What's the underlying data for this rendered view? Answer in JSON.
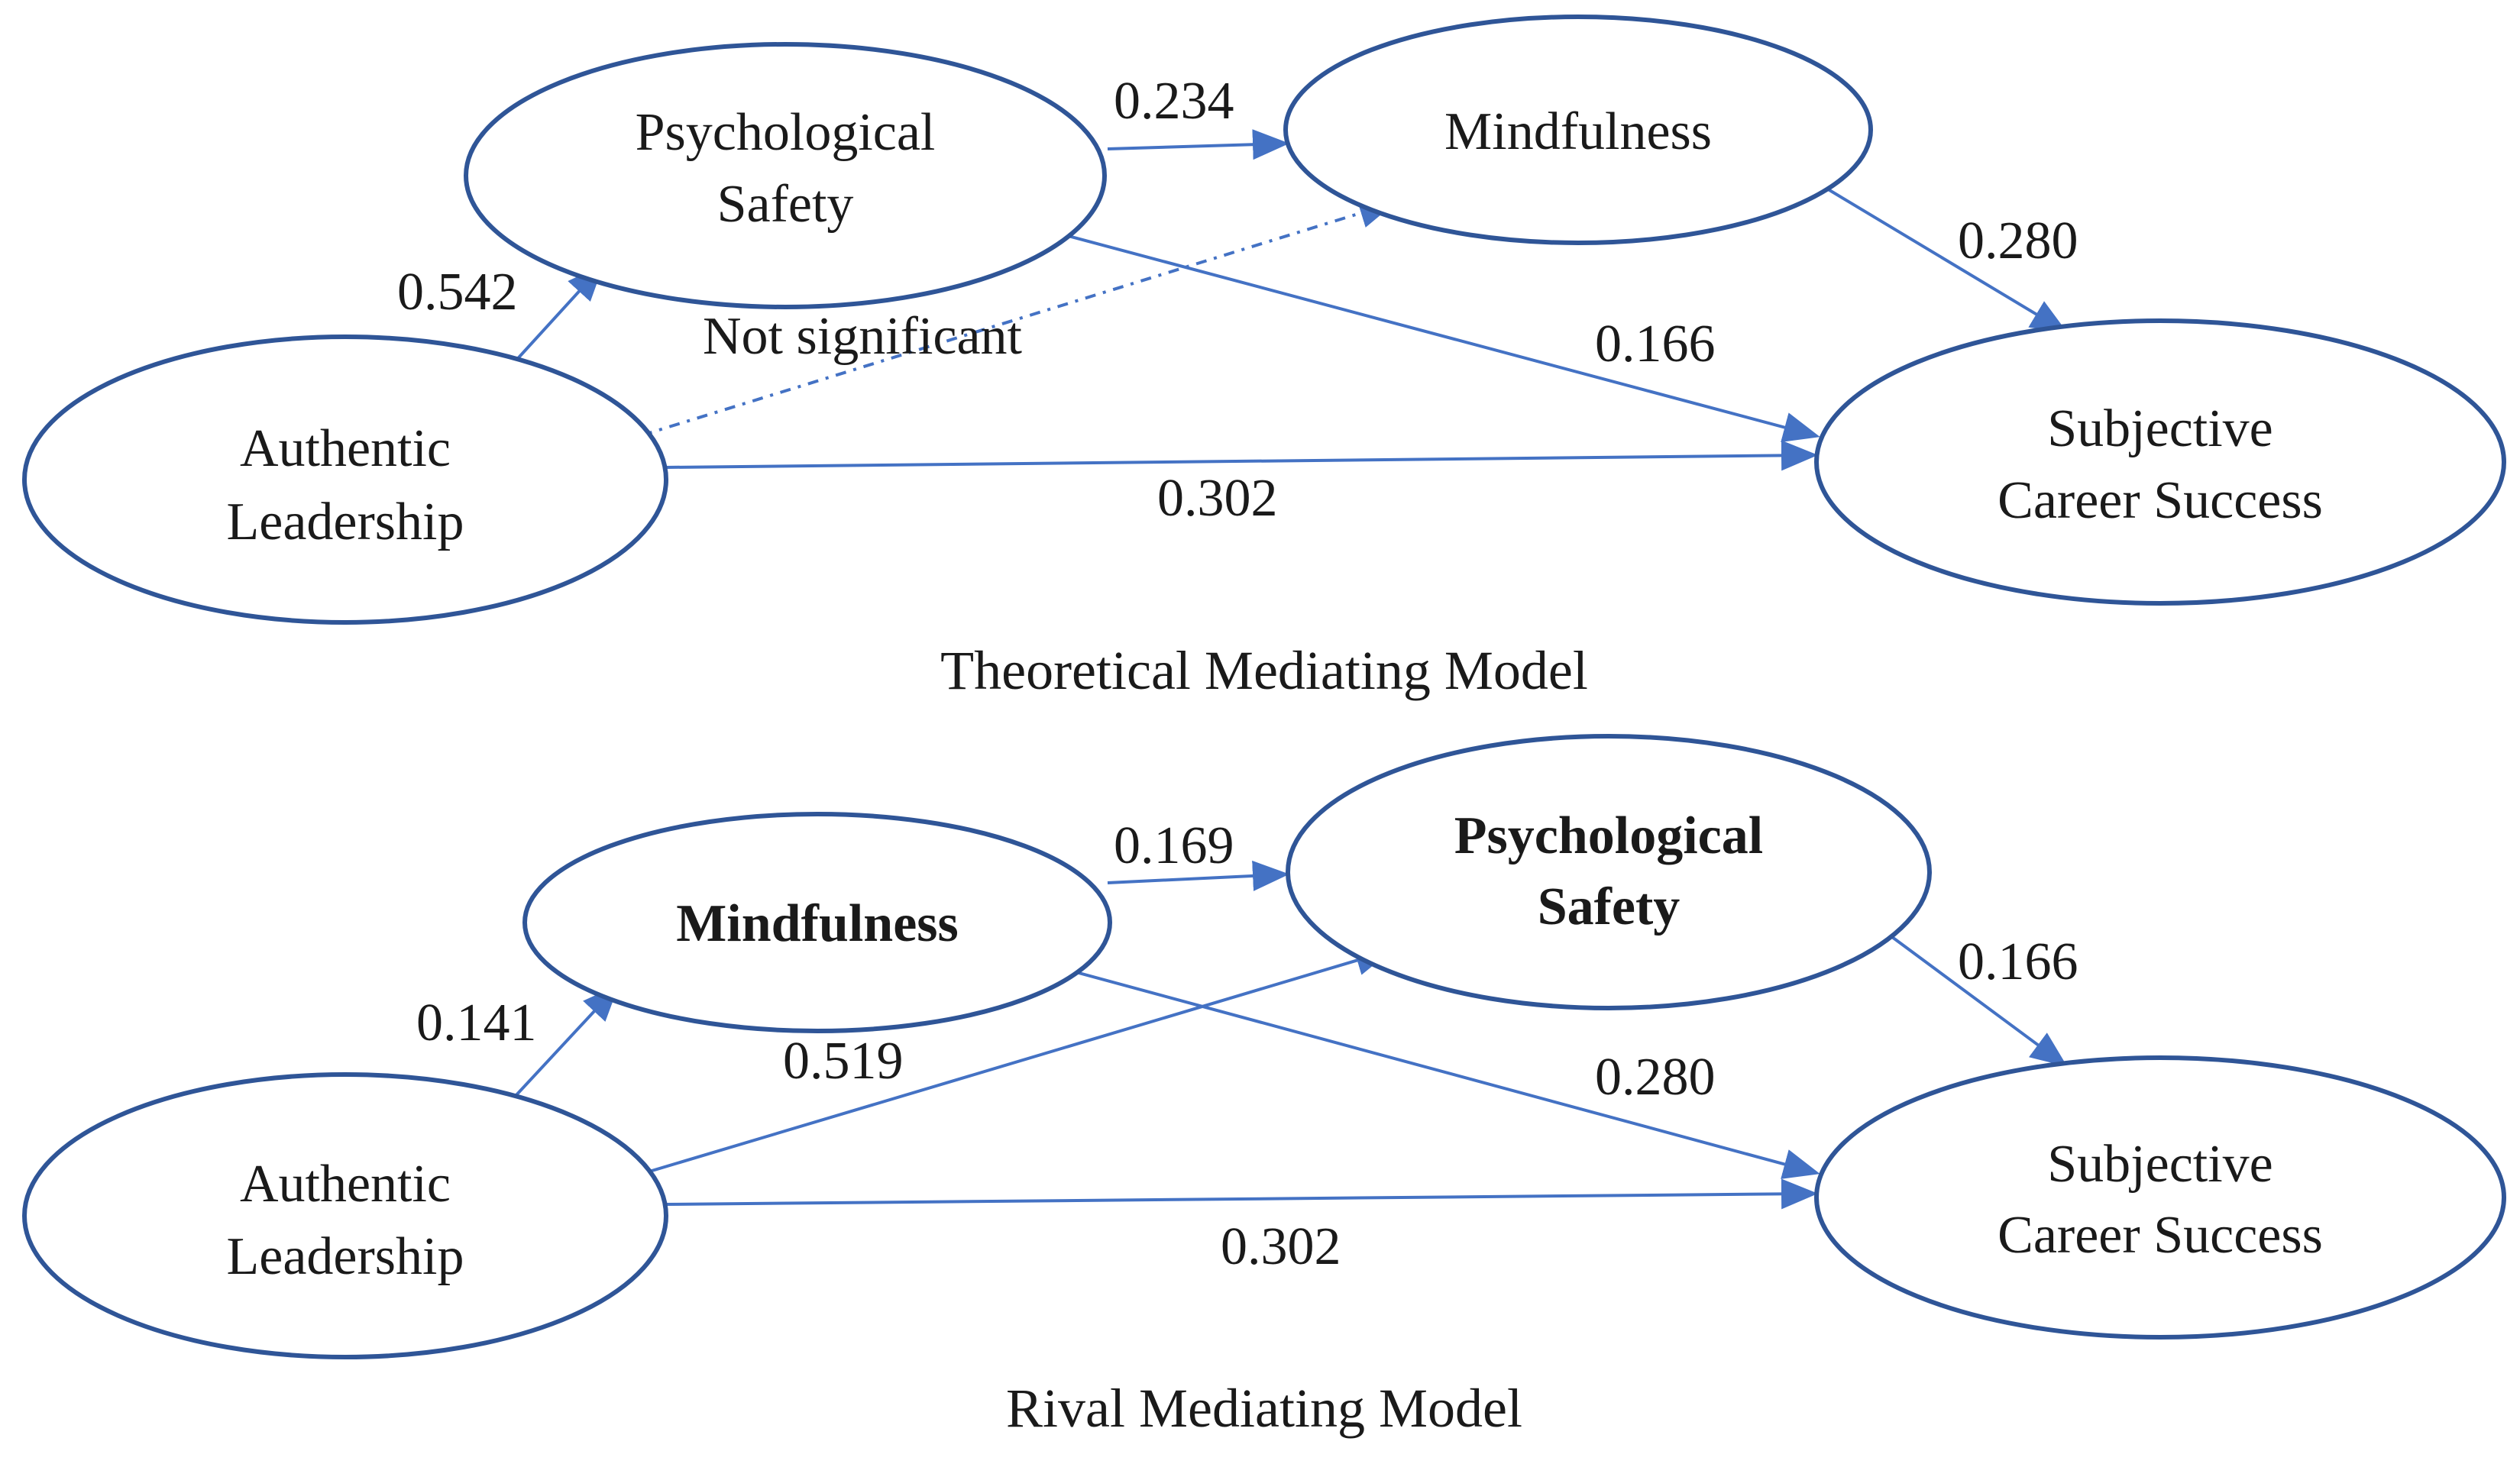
{
  "colors": {
    "ellipse_stroke": "#2f5597",
    "arrow": "#4472c4",
    "text": "#1a1a1a"
  },
  "theoretical": {
    "caption": "Theoretical Mediating Model",
    "nodes": {
      "psych_safety": {
        "line1": "Psychological",
        "line2": "Safety"
      },
      "mindfulness": {
        "line1": "Mindfulness"
      },
      "authentic": {
        "line1": "Authentic",
        "line2": "Leadership"
      },
      "career": {
        "line1": "Subjective",
        "line2": "Career Success"
      }
    },
    "paths": {
      "al_ps": "0.542",
      "ps_mf": "0.234",
      "mf_csc": "0.280",
      "ps_csc": "0.166",
      "al_mf": "Not significant",
      "al_csc": "0.302"
    }
  },
  "rival": {
    "caption": "Rival Mediating Model",
    "nodes": {
      "mindfulness": {
        "line1": "Mindfulness"
      },
      "psych_safety": {
        "line1": "Psychological",
        "line2": "Safety"
      },
      "authentic": {
        "line1": "Authentic",
        "line2": "Leadership"
      },
      "career": {
        "line1": "Subjective",
        "line2": "Career Success"
      }
    },
    "paths": {
      "al_mf": "0.141",
      "mf_ps": "0.169",
      "ps_csc": "0.166",
      "al_ps": "0.519",
      "mf_csc": "0.280",
      "al_csc": "0.302"
    }
  }
}
